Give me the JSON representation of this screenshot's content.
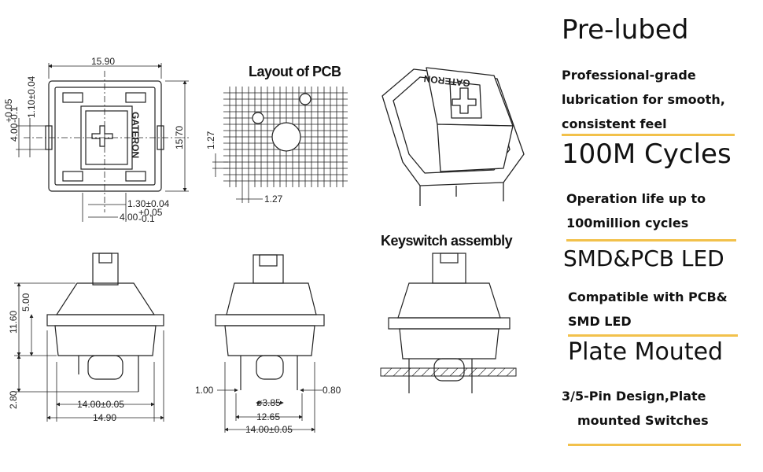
{
  "drawings": {
    "pcb_layout_title": "Layout of PCB",
    "assembly_title": "Keyswitch assembly",
    "brand_mark": "GATERON",
    "dims": {
      "d_15_90": "15.90",
      "d_15_70": "15.70",
      "d_4_00_tol_left": "4.00",
      "d_4_00_tol_left_sup": "+0.05",
      "d_4_00_tol_left_sub": "-0.1",
      "d_1_10": "1.10±0.04",
      "d_1_30": "1.30±0.04",
      "d_4_00_bottom": "4.00",
      "d_4_00_bottom_sup": "+0.05",
      "d_4_00_bottom_sub": "-0.1",
      "d_1_27_v": "1.27",
      "d_1_27_h": "1.27",
      "d_11_60": "11.60",
      "d_5_00": "5.00",
      "d_2_80": "2.80",
      "d_14_00_a": "14.00±0.05",
      "d_14_90": "14.90",
      "d_1_00": "1.00",
      "d_3_85": "ø3.85",
      "d_0_80": "0.80",
      "d_12_65": "12.65",
      "d_14_00_b": "14.00±0.05"
    }
  },
  "features": [
    {
      "heading": "Pre-lubed",
      "lines": [
        "Professional-grade",
        "lubrication for smooth,",
        "consistent feel"
      ]
    },
    {
      "heading": "100M Cycles",
      "lines": [
        "Operation life up to",
        "100million cycles"
      ]
    },
    {
      "heading": "SMD&PCB LED",
      "lines": [
        "Compatible with PCB&",
        "SMD LED"
      ]
    },
    {
      "heading": "Plate Mouted",
      "lines": [
        "3/5-Pin Design,Plate",
        "mounted Switches"
      ]
    }
  ],
  "colors": {
    "accent_bar": "#f2c14b",
    "line": "#222222"
  }
}
